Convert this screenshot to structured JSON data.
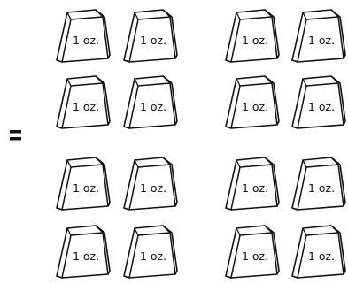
{
  "equation": {
    "symbol": "="
  },
  "weights": {
    "unit_label": "1 oz.",
    "groups": [
      {
        "items": [
          "1 oz.",
          "1 oz.",
          "1 oz.",
          "1 oz."
        ]
      },
      {
        "items": [
          "1 oz.",
          "1 oz.",
          "1 oz.",
          "1 oz."
        ]
      },
      {
        "items": [
          "1 oz.",
          "1 oz.",
          "1 oz.",
          "1 oz."
        ]
      },
      {
        "items": [
          "1 oz.",
          "1 oz.",
          "1 oz.",
          "1 oz."
        ]
      }
    ]
  },
  "colors": {
    "ink": "#111111",
    "paper": "#ffffff"
  }
}
